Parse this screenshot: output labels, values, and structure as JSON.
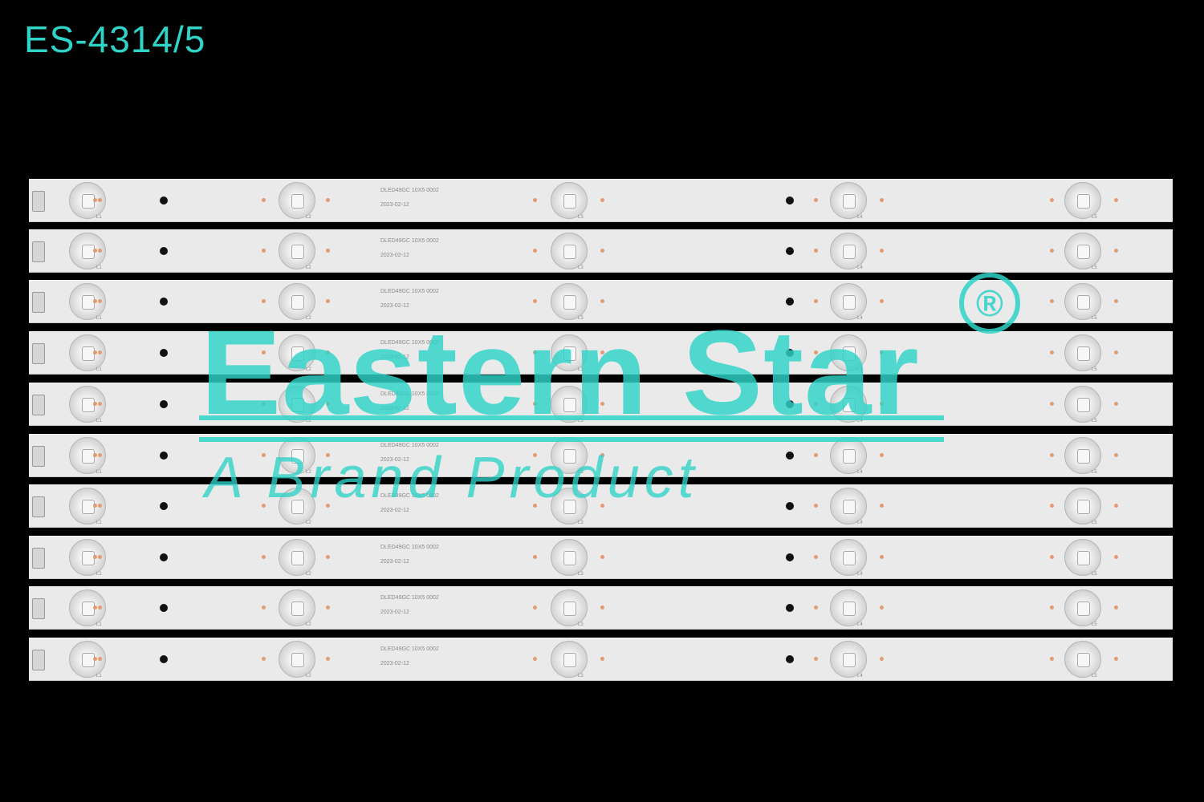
{
  "sku": "ES-4314/5",
  "watermark": {
    "brand": "Eastern Star",
    "registered": "®",
    "tagline": "A Brand Product"
  },
  "strip": {
    "count": 10,
    "model_text": "DLED49GC 10X5 0002",
    "date_text": "2023-02-12",
    "led_labels": [
      "L1",
      "L2",
      "L3",
      "L4",
      "L5"
    ]
  },
  "colors": {
    "background": "#000000",
    "accent": "#2fd3c8",
    "strip": "#eaeaea",
    "pad": "#e49a72"
  }
}
